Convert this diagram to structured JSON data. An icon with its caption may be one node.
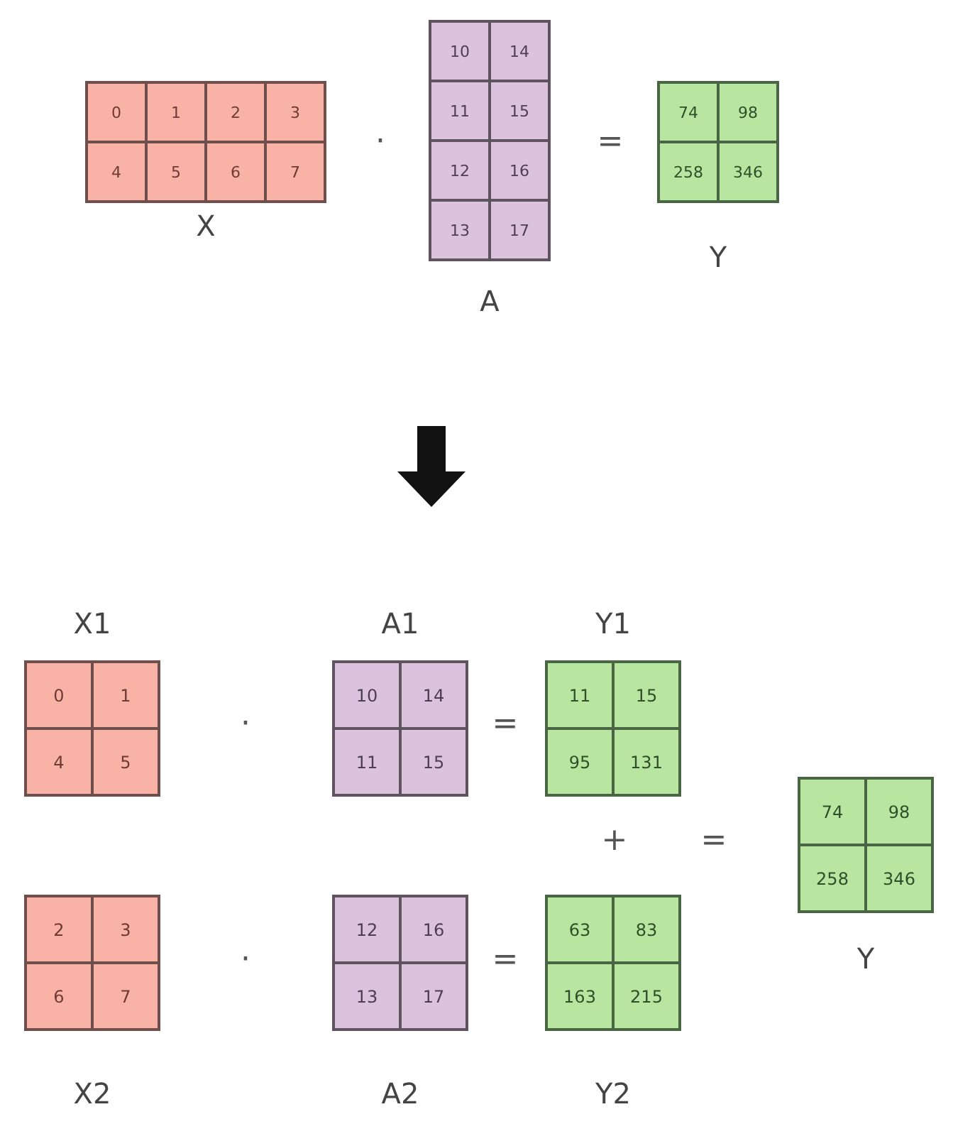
{
  "diagram": {
    "nodes": [
      {
        "text": [
          "X"
        ]
      },
      {
        "text": [
          "0"
        ],
        "in": 0
      },
      {
        "text": [
          "1"
        ],
        "in": 0
      },
      {
        "text": [
          "2"
        ],
        "in": 0
      },
      {
        "text": [
          "3"
        ],
        "in": 0
      },
      {
        "text": [
          "4"
        ],
        "in": 0
      },
      {
        "text": [
          "5"
        ],
        "in": 0
      },
      {
        "text": [
          "6"
        ],
        "in": 0
      },
      {
        "text": [
          "7"
        ],
        "in": 0
      },
      {
        "text": [
          "A"
        ]
      },
      {
        "text": [
          "10"
        ],
        "in": 9
      },
      {
        "text": [
          "14"
        ],
        "in": 9
      },
      {
        "text": [
          "11"
        ],
        "in": 9
      },
      {
        "text": [
          "15"
        ],
        "in": 9
      },
      {
        "text": [
          "12"
        ],
        "in": 9
      },
      {
        "text": [
          "16"
        ],
        "in": 9
      },
      {
        "text": [
          "13"
        ],
        "in": 9
      },
      {
        "text": [
          "17"
        ],
        "in": 9
      },
      {
        "text": [
          "Y"
        ]
      },
      {
        "text": [
          "74"
        ],
        "in": 18
      },
      {
        "text": [
          "98"
        ],
        "in": 18
      },
      {
        "text": [
          "258"
        ],
        "in": 18
      },
      {
        "text": [
          "346"
        ],
        "in": 18
      },
      {
        "text": [
          "X1"
        ]
      },
      {
        "text": [
          "0"
        ],
        "in": 23
      },
      {
        "text": [
          "1"
        ],
        "in": 23
      },
      {
        "text": [
          "4"
        ],
        "in": 23
      },
      {
        "text": [
          "5"
        ],
        "in": 23
      },
      {
        "text": [
          "A1"
        ]
      },
      {
        "text": [
          "10"
        ],
        "in": 28
      },
      {
        "text": [
          "14"
        ],
        "in": 28
      },
      {
        "text": [
          "11"
        ],
        "in": 28
      },
      {
        "text": [
          "15"
        ],
        "in": 28
      },
      {
        "text": [
          "Y1"
        ]
      },
      {
        "text": [
          "11"
        ],
        "in": 33
      },
      {
        "text": [
          "15"
        ],
        "in": 33
      },
      {
        "text": [
          "95"
        ],
        "in": 33
      },
      {
        "text": [
          "131"
        ],
        "in": 33
      },
      {
        "text": [
          "Y"
        ]
      },
      {
        "text": [
          "74"
        ],
        "in": 38
      },
      {
        "text": [
          "98"
        ],
        "in": 38
      },
      {
        "text": [
          "258"
        ],
        "in": 38
      },
      {
        "text": [
          "346"
        ],
        "in": 38
      },
      {
        "text": [
          "X2"
        ]
      },
      {
        "text": [
          "2"
        ],
        "in": 43
      },
      {
        "text": [
          "3"
        ],
        "in": 43
      },
      {
        "text": [
          "6"
        ],
        "in": 43
      },
      {
        "text": [
          "7"
        ],
        "in": 43
      },
      {
        "text": [
          "A2"
        ]
      },
      {
        "text": [
          "12"
        ],
        "in": 48
      },
      {
        "text": [
          "16"
        ],
        "in": 48
      },
      {
        "text": [
          "13"
        ],
        "in": 48
      },
      {
        "text": [
          "17"
        ],
        "in": 48
      },
      {
        "text": [
          "Y2"
        ]
      },
      {
        "text": [
          "63"
        ],
        "in": 53
      },
      {
        "text": [
          "83"
        ],
        "in": 53
      },
      {
        "text": [
          "163"
        ],
        "in": 53
      },
      {
        "text": [
          "215"
        ],
        "in": 53
      }
    ],
    "labels": [
      "·",
      "=",
      "·",
      "=",
      "+",
      "=",
      "·",
      "="
    ]
  }
}
